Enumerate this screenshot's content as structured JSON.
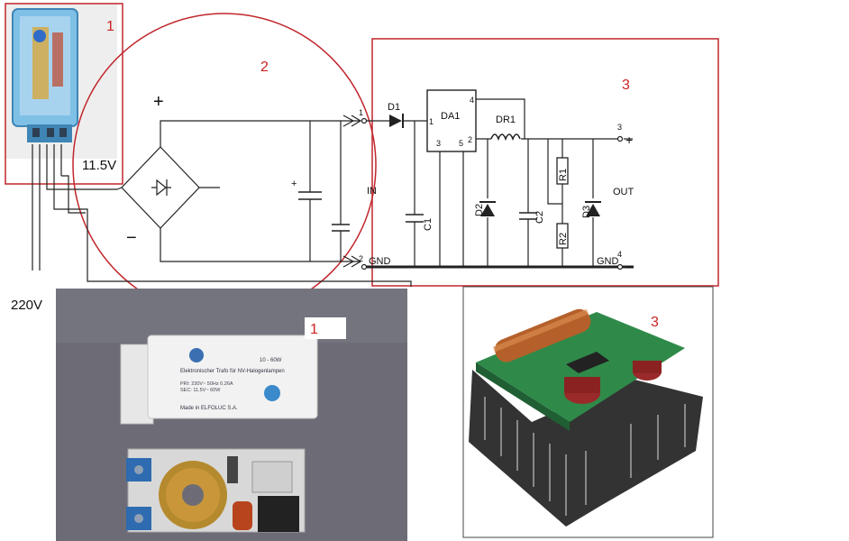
{
  "labels": {
    "mark1_top": "1",
    "mark2": "2",
    "mark3_top": "3",
    "mark1_photo": "1",
    "mark3_photo": "3",
    "voltage_secondary": "11.5V",
    "voltage_mains": "220V",
    "bridge_plus": "+",
    "bridge_minus": "−",
    "cap_plus": "+",
    "in_label": "IN",
    "out_label": "OUT",
    "gnd_left": "GND",
    "gnd_right": "GND",
    "pin1": "1",
    "pin2": "2",
    "pin3": "3",
    "pin4": "4",
    "plus_out": "+",
    "minus_out": "−"
  },
  "components": {
    "d1": "D1",
    "da1": "DA1",
    "dr1": "DR1",
    "r1": "R1",
    "r2": "R2",
    "c1": "C1",
    "c2": "C2",
    "d2": "D2",
    "d3": "D3",
    "da1_pin1": "1",
    "da1_pin2": "2",
    "da1_pin3": "3",
    "da1_pin4": "4",
    "da1_pin5": "5"
  },
  "transformer_box": {
    "title": "Elektronischer Trafo für NV-Halogenlampen",
    "power": "10 - 60W",
    "maker": "Made in ELFOLUC S.A.",
    "pri": "PRI: 230V~ 50Hz 0.26A",
    "sec": "SEC: 11.5V~ 60W"
  },
  "colors": {
    "region_red": "#c0262c",
    "label_red": "#cc2222",
    "wire": "#222222",
    "pcb_green": "#2f8a4a",
    "heatsink": "#2a2a2a"
  }
}
